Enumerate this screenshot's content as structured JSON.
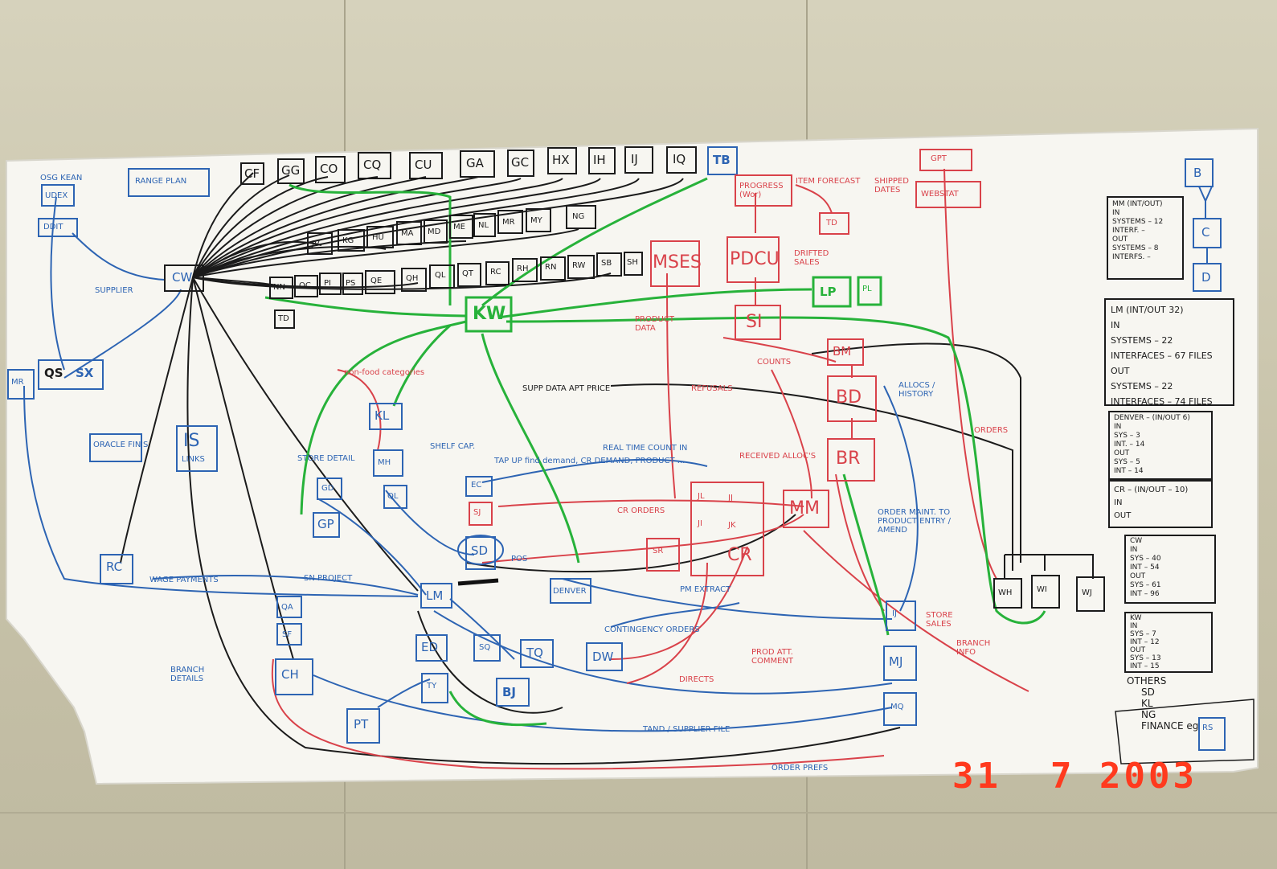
{
  "photo_date": {
    "day": "31",
    "month": "7",
    "year": "2003"
  },
  "colors": {
    "black": "#1b1b1b",
    "blue": "#2d64b3",
    "red": "#d9424a",
    "green": "#27b23a",
    "stamp": "#ff3a1e"
  },
  "top_row": [
    "CF",
    "GG",
    "CO",
    "CQ",
    "CU",
    "GA",
    "GC",
    "HX",
    "IH",
    "IJ",
    "IQ",
    "TB"
  ],
  "row2": [
    "JV",
    "KG",
    "HU",
    "MA",
    "MD",
    "ME",
    "NL",
    "MR",
    "MY",
    "NG"
  ],
  "row3": [
    "NN",
    "OC",
    "PI",
    "PS",
    "QE",
    "QH",
    "QL",
    "QT",
    "RC",
    "RH",
    "RN",
    "RW",
    "SB",
    "SH"
  ],
  "left": {
    "osg": "OSG KEAN",
    "udex": "UDEX",
    "range_plan": "RANGE PLAN",
    "ddit": "DDIT",
    "cw": "CW",
    "supplier": "SUPPLIER",
    "qs": "QS",
    "sx": "SX",
    "mr": "MR",
    "oracle": "ORACLE FIN'S",
    "is": "IS",
    "is_sub": "LINKS",
    "rc": "RC",
    "branch_details": "BRANCH DETAILS"
  },
  "center": {
    "kw": "KW",
    "kl": "KL",
    "mh": "MH",
    "gd": "GD",
    "gp": "GP",
    "ql": "QL",
    "ec": "EC",
    "sj": "SJ",
    "sd": "SD",
    "lm": "LM",
    "denver": "DENVER",
    "qa": "QA",
    "sf": "SF",
    "ch": "CH",
    "ed": "ED",
    "sq": "SQ",
    "tq": "TQ",
    "dw": "DW",
    "bj": "BJ",
    "ty": "TY",
    "pt": "PT",
    "td_small": "TD",
    "sn_proj": "SN PROJECT",
    "nonfood": "non-food categories",
    "store_detail": "STORE DETAIL",
    "supp_data": "SUPP DATA APT PRICE",
    "real_time": "REAL TIME COUNT IN",
    "shelf_cap": "SHELF CAP.",
    "tap": "TAP UP find demand, CR DEMAND, PRODUCT ...",
    "cr_orders": "CR ORDERS",
    "contingency": "CONTINGENCY ORDERS",
    "tand": "TAND / SUPPLIER FILE",
    "order_prefs": "ORDER PREFS",
    "directs": "DIRECTS",
    "prod_att": "PROD ATT. COMMENT",
    "store_sales": "STORE SALES",
    "wage_payments": "WAGE PAYMENTS",
    "pos": "POS"
  },
  "right_red": {
    "progress": "PROGRESS (Wor)",
    "item_forecast": "ITEM FORECAST",
    "td": "TD",
    "mses": "MSES",
    "pdcu": "PDCU",
    "drifted_sales": "DRIFTED SALES",
    "si": "SI",
    "counts": "COUNTS",
    "bm": "BM",
    "bd": "BD",
    "br": "BR",
    "mm": "MM",
    "refusals": "REFUSALS",
    "jl": "JL",
    "jj": "JJ",
    "ji": "JI",
    "jk": "JK",
    "sr": "SR",
    "cr": "CR",
    "gpt": "GPT",
    "webstat": "WEBSTAT",
    "shipped_dates": "SHIPPED DATES",
    "allocs": "ALLOCS / HISTORY",
    "orders": "ORDERS",
    "branch_info": "BRANCH INFO",
    "product_data": "PRODUCT DATA",
    "received": "RECEIVED ALLOC'S",
    "order_maint": "ORDER MAINT. TO PRODUCT ENTRY / AMEND",
    "pm_extract": "PM EXTRACT"
  },
  "right_green": {
    "lp": "LP",
    "pl": "PL"
  },
  "right_black": {
    "wh": "WH",
    "wi": "WI",
    "wj": "WJ"
  },
  "right_blue": {
    "ij": "IJ",
    "mj": "MJ",
    "mq": "MQ"
  },
  "legend": {
    "b": "B",
    "c": "C",
    "d": "D",
    "mm_box": {
      "title": "MM (INT/OUT)",
      "lines": [
        "IN",
        "SYSTEMS – 12",
        "INTERF. –",
        "OUT",
        "SYSTEMS – 8",
        "INTERFS. –"
      ]
    },
    "lm_box": {
      "title": "LM (INT/OUT 32)",
      "lines": [
        "IN",
        "SYSTEMS – 22",
        "INTERFACES – 67 FILES",
        "OUT",
        "SYSTEMS – 22",
        "INTERFACES – 74 FILES"
      ]
    },
    "denver_box": {
      "title": "DENVER – (IN/OUT 6)",
      "lines": [
        "IN",
        "SYS – 3",
        "INT. – 14",
        "OUT",
        "SYS – 5",
        "INT – 14"
      ]
    },
    "cr_box": {
      "title": "CR – (IN/OUT – 10)",
      "lines": [
        "IN",
        "OUT"
      ]
    },
    "cw_box": {
      "title": "CW",
      "lines": [
        "IN",
        "SYS – 40",
        "INT – 54",
        "OUT",
        "SYS – 61",
        "INT – 96"
      ]
    },
    "kw_box": {
      "title": "KW",
      "lines": [
        "IN",
        "SYS – 7",
        "INT – 12",
        "OUT",
        "SYS – 13",
        "INT – 15"
      ]
    },
    "others": {
      "title": "OTHERS",
      "lines": [
        "SD",
        "KL",
        "NG",
        "FINANCE eg"
      ],
      "rs": "RS"
    }
  }
}
